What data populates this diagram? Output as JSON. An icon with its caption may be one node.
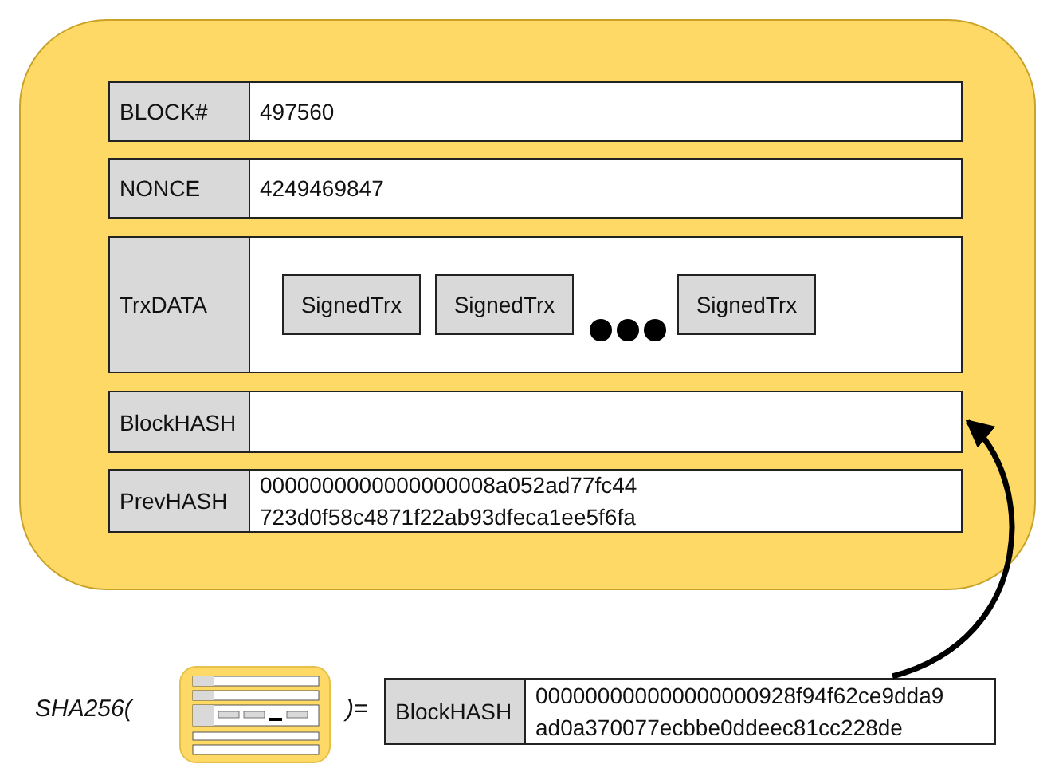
{
  "diagram": {
    "nodes": [
      {
        "text": [],
        "shape": "box"
      },
      {
        "text": [
          "BLOCK#",
          "497560"
        ],
        "in": 0
      },
      {
        "text": [
          "NONCE",
          "4249469847"
        ],
        "in": 0
      },
      {
        "text": [
          "TrxDATA"
        ],
        "in": 0
      },
      {
        "text": [
          "SignedTrx"
        ],
        "in": 3
      },
      {
        "text": [
          "SignedTrx"
        ],
        "in": 3
      },
      {
        "text": [
          "SignedTrx"
        ],
        "in": 3
      },
      {
        "text": [
          "BlockHASH"
        ],
        "in": 0
      },
      {
        "text": [
          "PrevHASH",
          "0000000000000000008a052ad77fc44 723d0f58c4871f22ab93dfeca1ee5f6fa"
        ],
        "in": 0
      },
      {
        "text": [
          "BlockHASH",
          "000000000000000000928f94f62ce9dda9 ad0a370077ecbbe0ddeec81cc228de"
        ]
      }
    ],
    "edges": [
      {
        "from": 9,
        "to": 7,
        "arrow": "to"
      }
    ],
    "labels": [
      "SHA256(",
      ")="
    ]
  }
}
